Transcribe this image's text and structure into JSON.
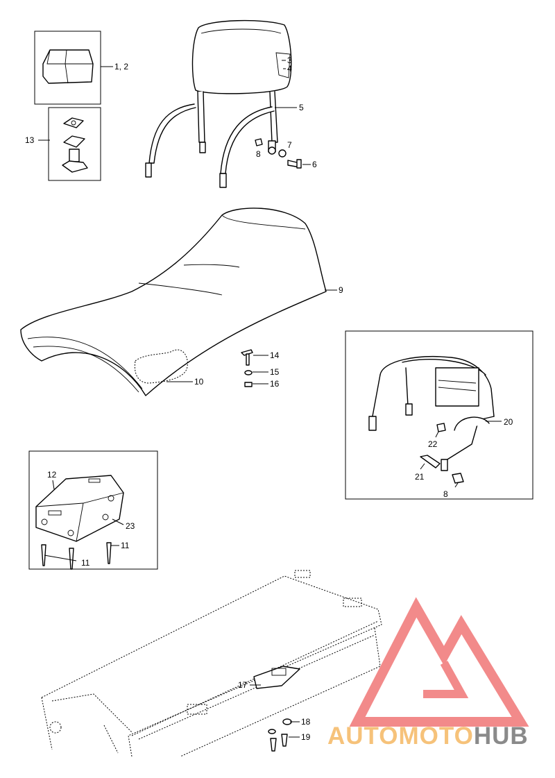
{
  "callouts": {
    "c1_2": "1, 2",
    "c3": "3",
    "c4": "4",
    "c5": "5",
    "c6": "6",
    "c7": "7",
    "c8a": "8",
    "c8b": "8",
    "c9": "9",
    "c10": "10",
    "c11a": "11",
    "c11b": "11",
    "c12": "12",
    "c13": "13",
    "c14": "14",
    "c15": "15",
    "c16": "16",
    "c17": "17",
    "c18": "18",
    "c19": "19",
    "c20": "20",
    "c21": "21",
    "c22": "22",
    "c23": "23"
  },
  "watermark": {
    "text_orange": "AUTOMOTO",
    "text_gray": "HUB",
    "color_orange": "#f6c27a",
    "color_gray": "#8a8a8a",
    "logo_color": "#f28a8a"
  }
}
